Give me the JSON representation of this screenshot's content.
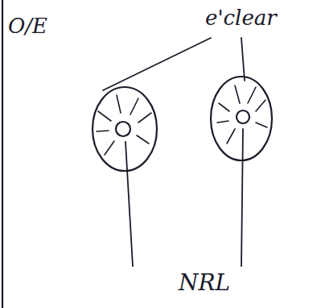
{
  "diagram": {
    "labels": [
      "O/E",
      "e'clear",
      "NRL"
    ]
  }
}
